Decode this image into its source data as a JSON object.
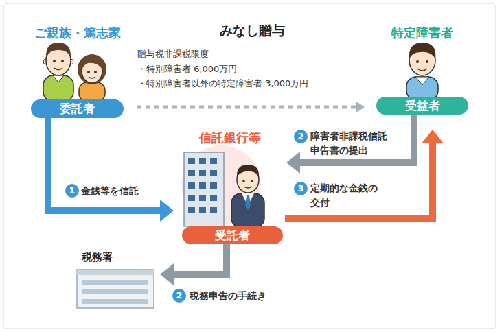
{
  "diagram": {
    "title": "みなし贈与",
    "nodes": [
      {
        "text": [
          "ご親族・篤志家",
          "委託者"
        ]
      },
      {
        "text": [
          "特定障害者",
          "受益者"
        ]
      },
      {
        "text": [
          "信託銀行等",
          "受託者"
        ]
      },
      {
        "text": [
          "税務署"
        ]
      }
    ],
    "edges": [
      {
        "from": 0,
        "to": 1,
        "arrow": "to"
      },
      {
        "from": 0,
        "to": 2,
        "label": "金銭等を信託",
        "arrow": "to"
      },
      {
        "from": 1,
        "to": 2,
        "label": "障害者非課税信託 申告書の提出",
        "arrow": "to"
      },
      {
        "from": 2,
        "to": 1,
        "label": "定期的な金銭の 交付",
        "arrow": "to"
      },
      {
        "from": 2,
        "to": 3,
        "label": "税務申告の手続き",
        "arrow": "to"
      }
    ],
    "labels": [
      "贈与税非課税限度",
      "・特別障害者 6,000万円",
      "・特別障害者以外の特定障害者 3,000万円",
      "1",
      "2",
      "3",
      "2"
    ]
  }
}
